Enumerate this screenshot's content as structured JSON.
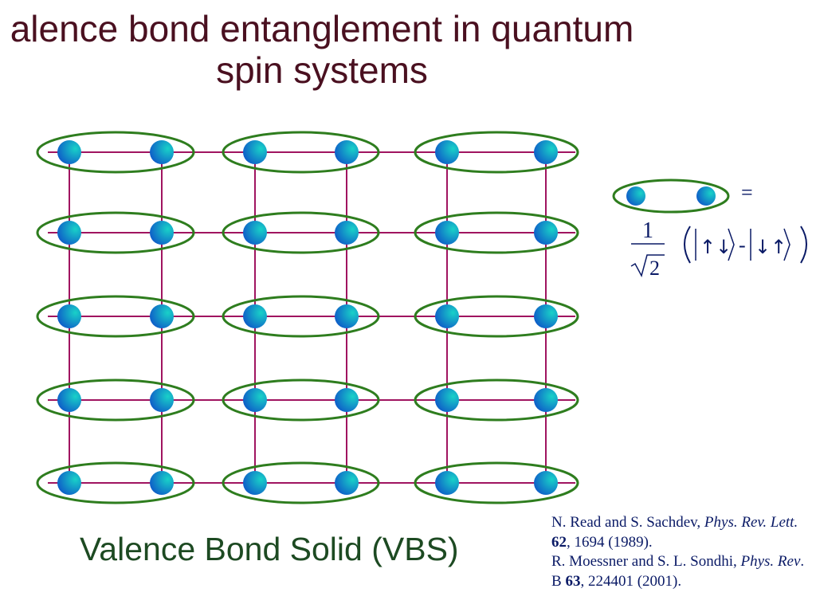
{
  "title": {
    "line1": "alence bond entanglement in quantum",
    "line2": "spin systems"
  },
  "caption": "Valence Bond Solid (VBS)",
  "legend": {
    "equals": "=",
    "fraction_numerator": "1",
    "sqrt_argument": "2",
    "ket1": "↑↓",
    "minus": "-",
    "ket2": "↓↑"
  },
  "references": [
    {
      "authors": "N. Read and S. Sachdev, ",
      "journal": "Phys. Rev. Lett.",
      "volume": "62",
      "rest": ", 1694 (1989)."
    },
    {
      "authors": "R. Moessner and S. L. Sondhi, ",
      "journal": "Phys. Rev",
      "after_journal": ". B ",
      "volume": "63",
      "rest": ", 224401 (2001)."
    }
  ],
  "lattice": {
    "rows": 5,
    "dimer_columns": 3
  },
  "colors": {
    "lattice_line": "#a01460",
    "dimer_ellipse": "#2e7d1e",
    "spin_light": "#19d1c8",
    "spin_dark": "#0d54c8",
    "title": "#4a1020",
    "caption": "#1d4a22",
    "references": "#0a1a66"
  }
}
